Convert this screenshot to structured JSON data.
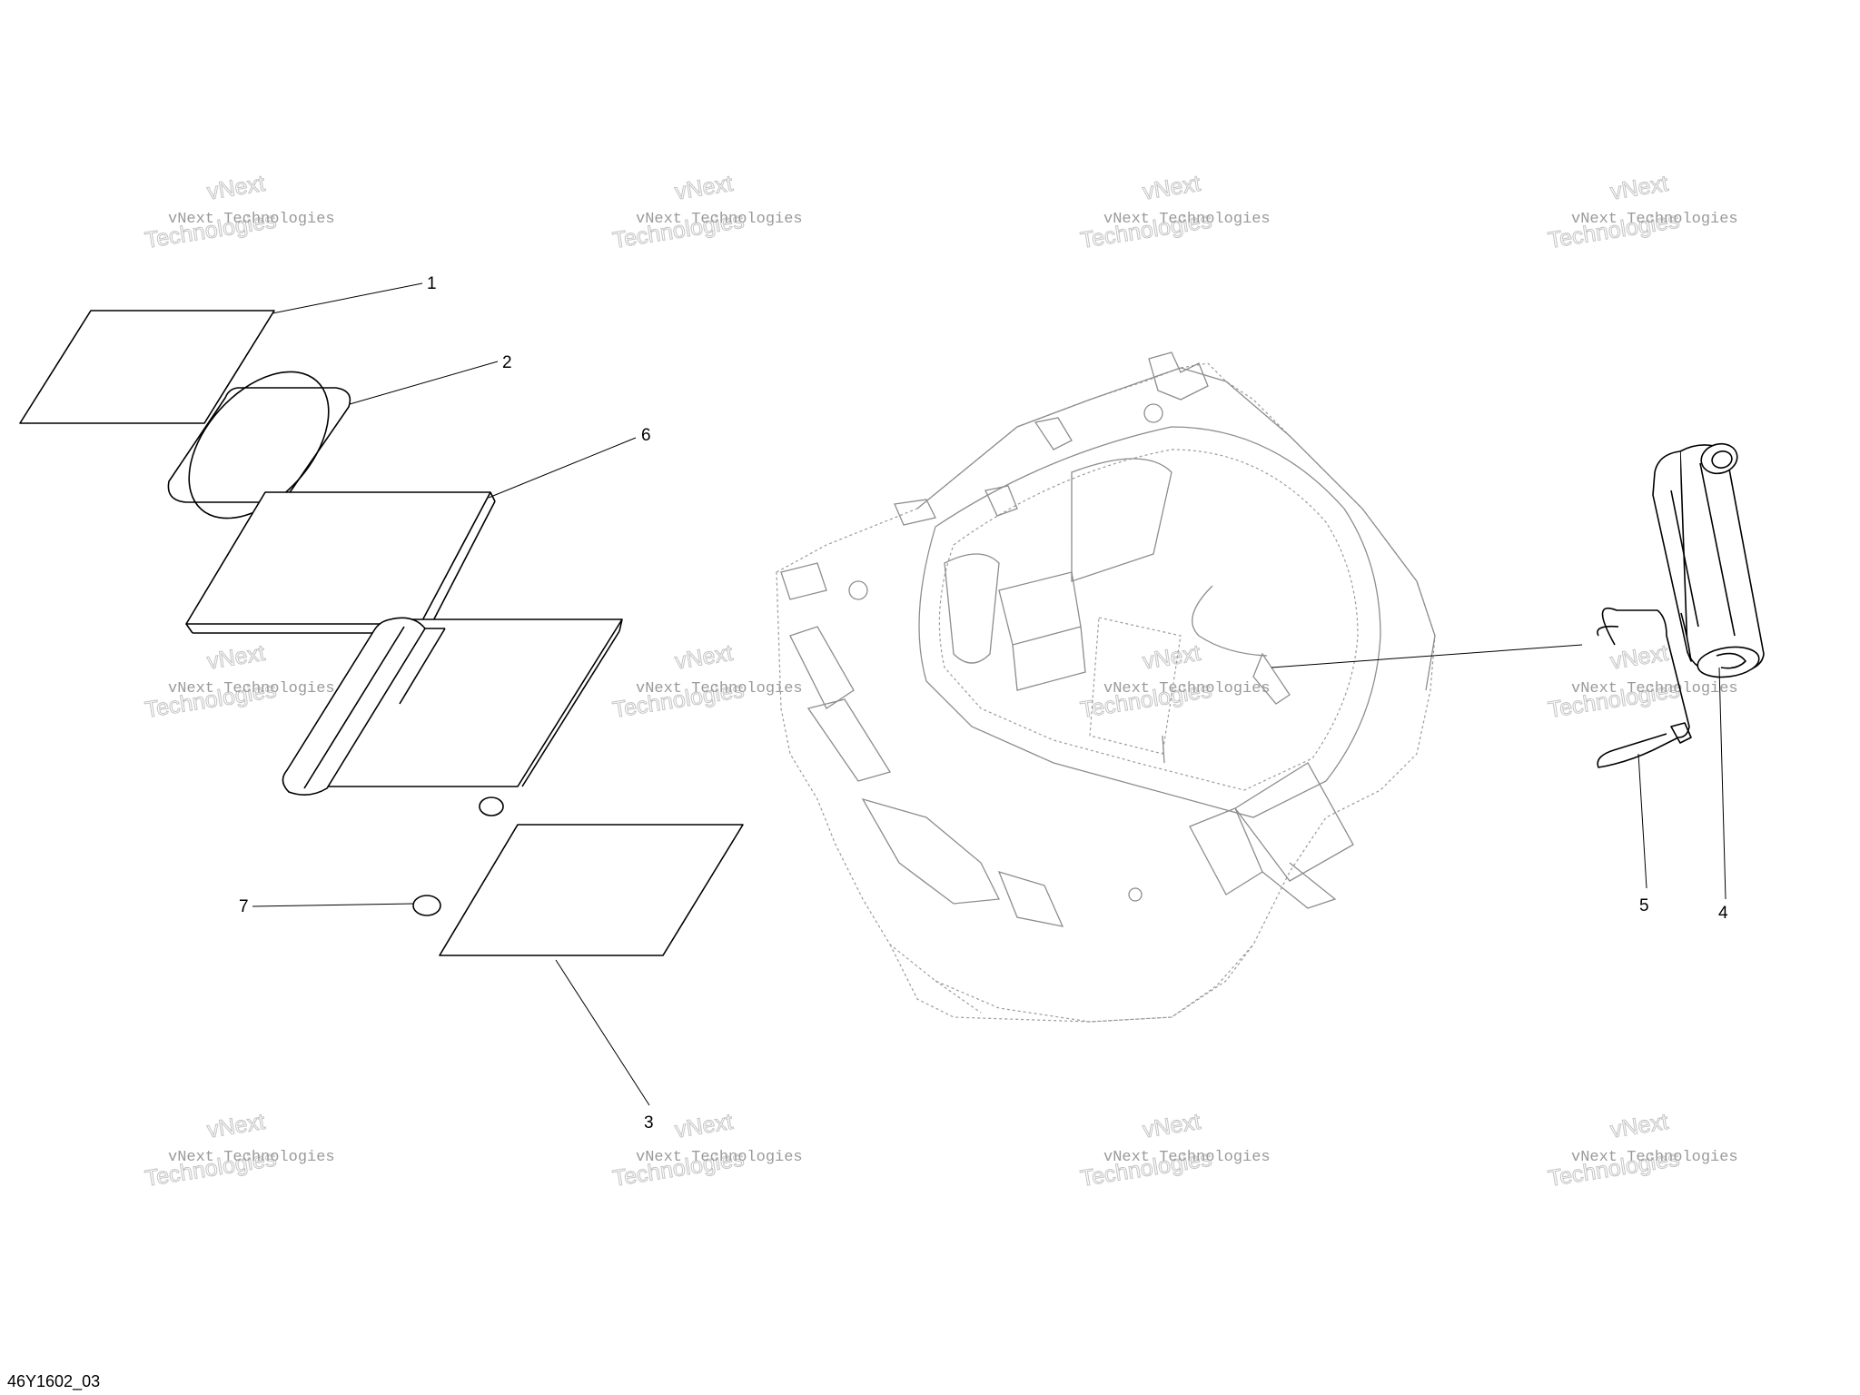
{
  "diagram": {
    "reference_code": "46Y1602_03",
    "callouts": [
      {
        "id": "1",
        "label": "1"
      },
      {
        "id": "2",
        "label": "2"
      },
      {
        "id": "3",
        "label": "3"
      },
      {
        "id": "4",
        "label": "4"
      },
      {
        "id": "5",
        "label": "5"
      },
      {
        "id": "6",
        "label": "6"
      },
      {
        "id": "7",
        "label": "7"
      }
    ],
    "watermark": {
      "line_small": "vNext Technologies",
      "line_top": "vNext",
      "line_large": "Technologies"
    }
  }
}
